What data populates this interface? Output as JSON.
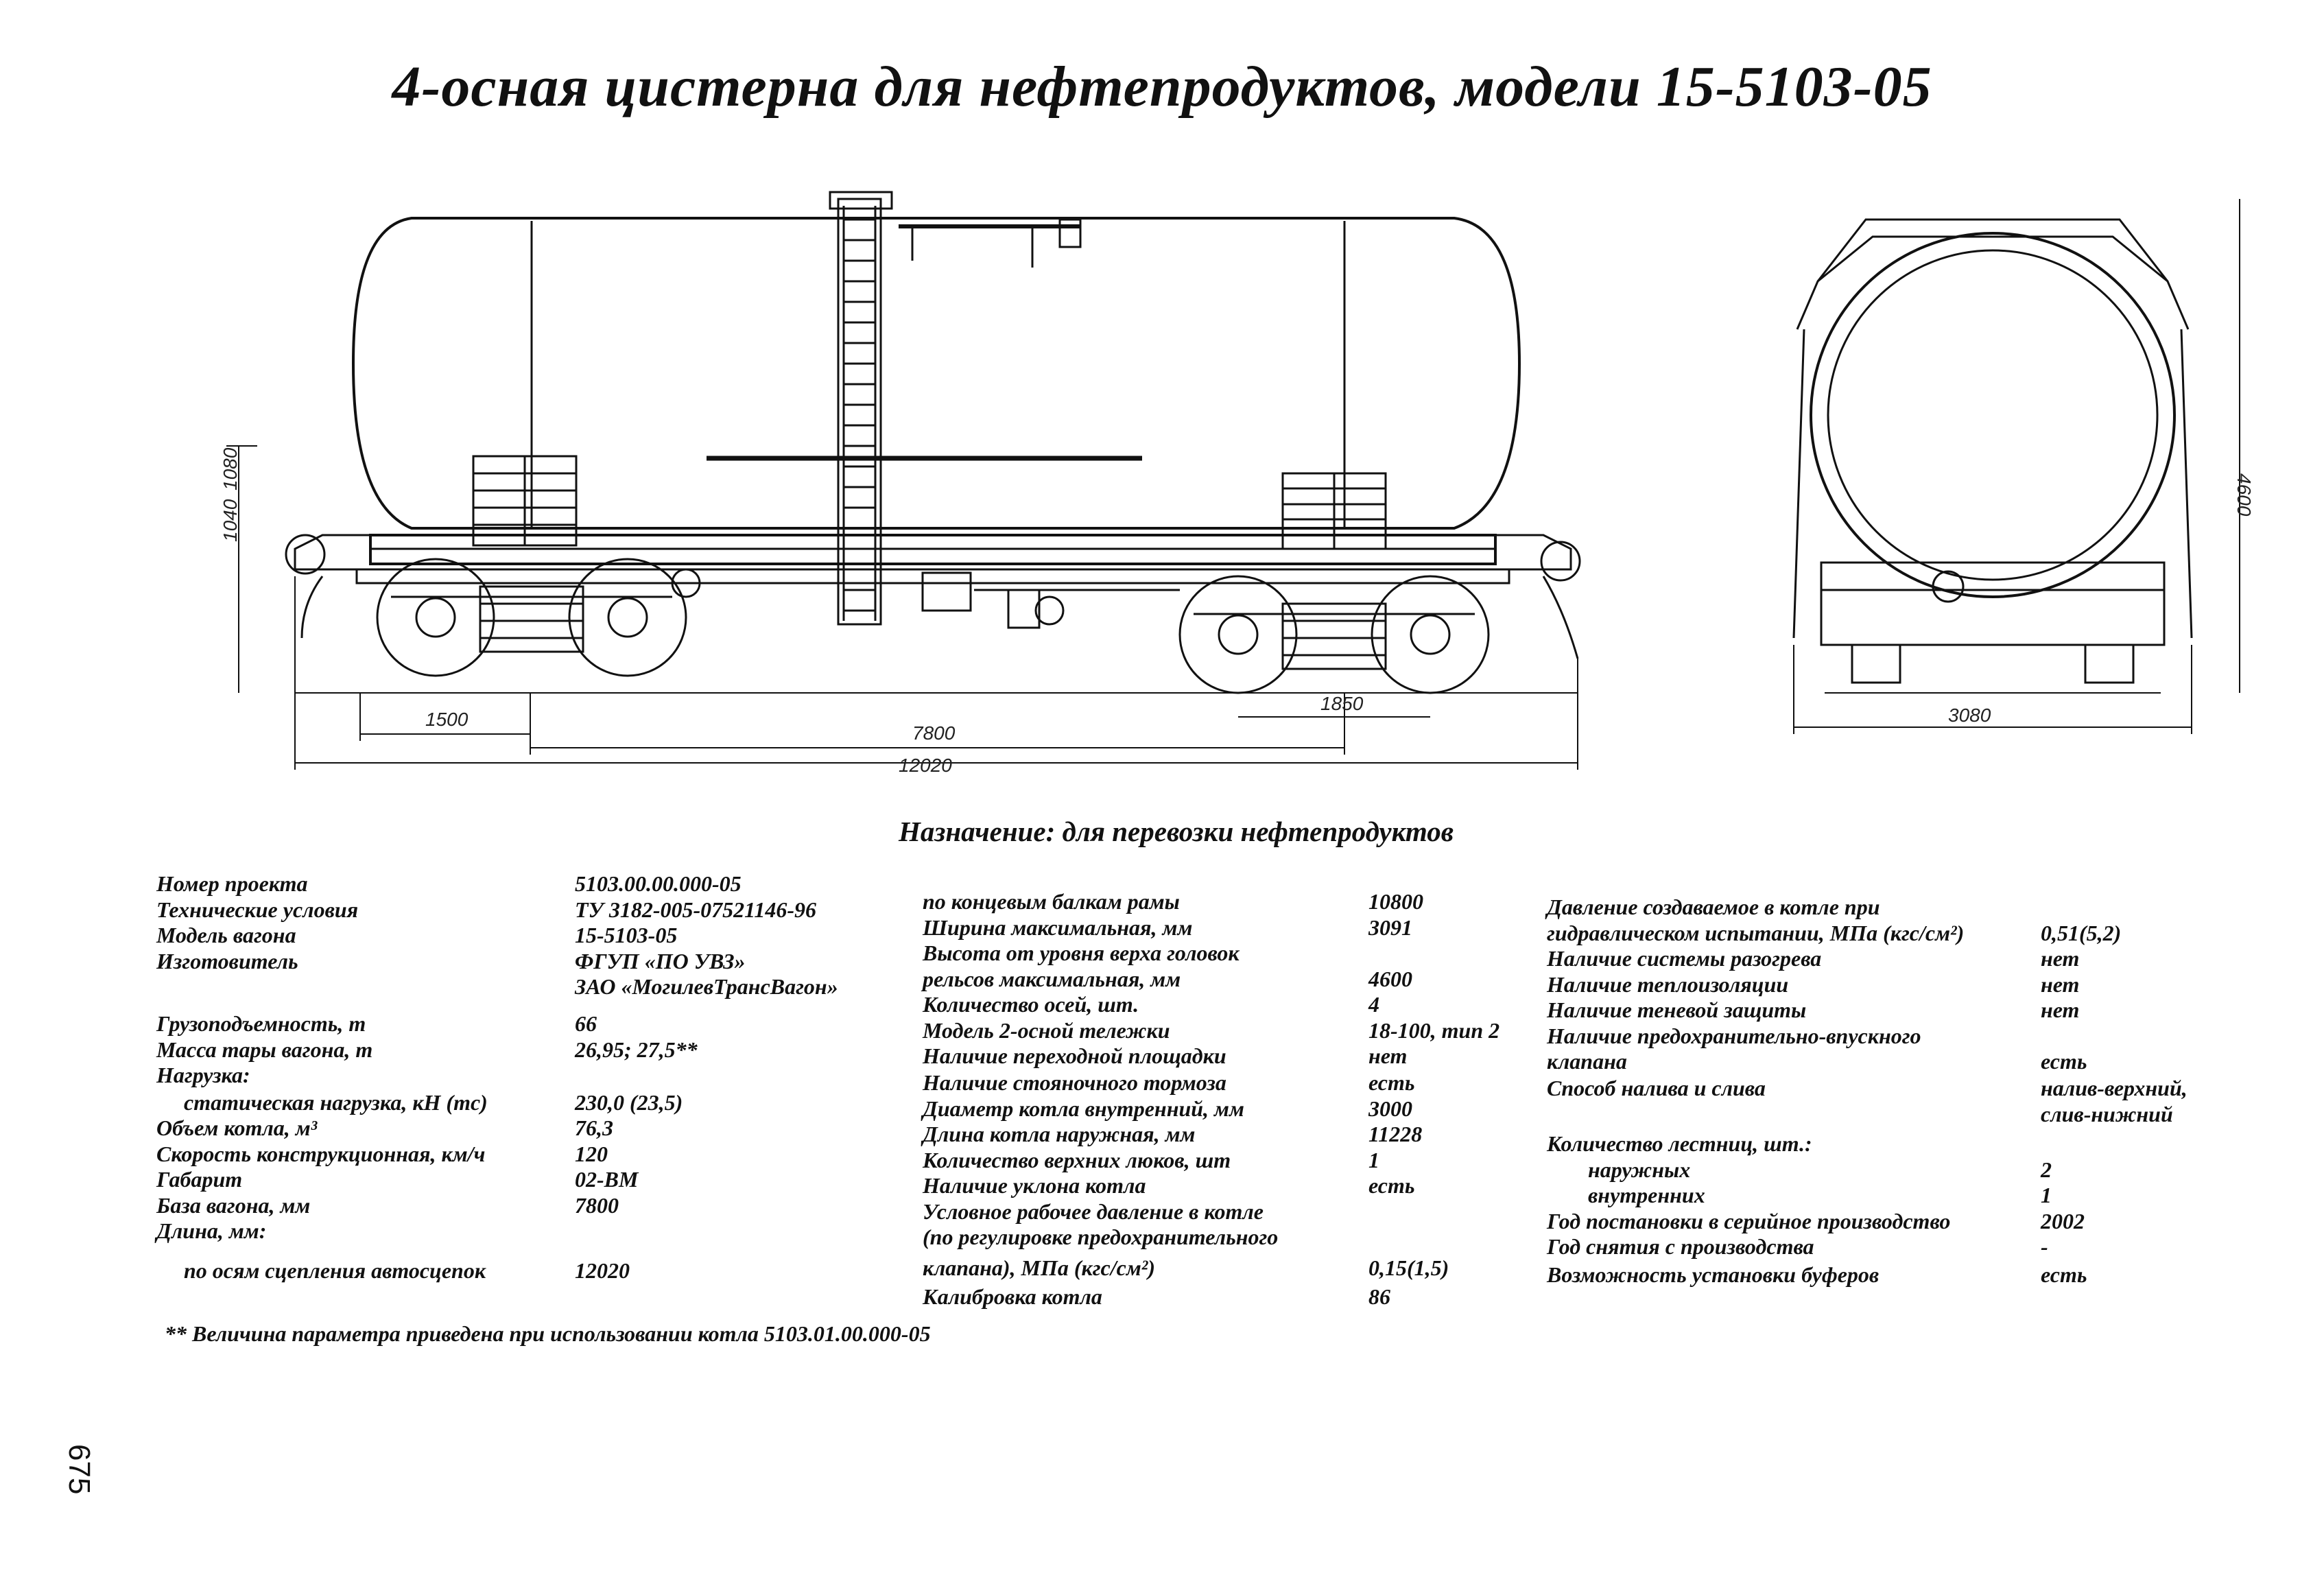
{
  "title": "4-осная цистерна для нефтепродуктов, модели 15-5103-05",
  "drawing": {
    "side_dims": [
      "1500",
      "7800",
      "12020",
      "1850",
      "1040",
      "1080"
    ],
    "end_dims": [
      "3080",
      "4600"
    ]
  },
  "purpose": "Назначение: для перевозки нефтепродуктов",
  "col1": [
    {
      "label": "Номер проекта",
      "value": "5103.00.00.000-05"
    },
    {
      "label": "Технические условия",
      "value": "ТУ 3182-005-07521146-96"
    },
    {
      "label": "Модель вагона",
      "value": "15-5103-05"
    },
    {
      "label": "Изготовитель",
      "value": "ФГУП «ПО УВЗ»"
    },
    {
      "label": "",
      "value": "ЗАО «МогилевТрансВагон»"
    },
    {
      "label": "Грузоподъемность, т",
      "value": "66"
    },
    {
      "label": "Масса тары вагона, т",
      "value": "26,95; 27,5**"
    },
    {
      "label": "Нагрузка:",
      "value": ""
    },
    {
      "label": "статическая нагрузка, кН (тс)",
      "value": "230,0 (23,5)"
    },
    {
      "label": "Объем котла, м³",
      "value": "76,3"
    },
    {
      "label": "Скорость конструкционная, км/ч",
      "value": "120"
    },
    {
      "label": "Габарит",
      "value": "02-ВМ"
    },
    {
      "label": "База вагона, мм",
      "value": "7800"
    },
    {
      "label": "Длина, мм:",
      "value": ""
    },
    {
      "label": "по осям сцепления автосцепок",
      "value": "12020"
    }
  ],
  "col2": [
    {
      "label": "по концевым балкам рамы",
      "value": "10800"
    },
    {
      "label": "Ширина максимальная, мм",
      "value": "3091"
    },
    {
      "label": "Высота от уровня верха головок",
      "value": ""
    },
    {
      "label": "рельсов максимальная, мм",
      "value": "4600"
    },
    {
      "label": "Количество осей, шт.",
      "value": "4"
    },
    {
      "label": "Модель 2-осной тележки",
      "value": "18-100, тип 2"
    },
    {
      "label": "Наличие переходной площадки",
      "value": "нет"
    },
    {
      "label": "Наличие стояночного тормоза",
      "value": "есть"
    },
    {
      "label": "Диаметр котла внутренний, мм",
      "value": "3000"
    },
    {
      "label": "Длина котла наружная, мм",
      "value": "11228"
    },
    {
      "label": "Количество верхних люков, шт",
      "value": "1"
    },
    {
      "label": "Наличие уклона котла",
      "value": "есть"
    },
    {
      "label": "Условное рабочее давление в котле",
      "value": ""
    },
    {
      "label": "(по регулировке предохранительного",
      "value": ""
    },
    {
      "label": "клапана), МПа (кгс/см²)",
      "value": "0,15(1,5)"
    },
    {
      "label": "Калибровка котла",
      "value": "86"
    }
  ],
  "col3": [
    {
      "label": "Давление создаваемое в котле при",
      "value": ""
    },
    {
      "label": "гидравлическом испытании, МПа (кгс/см²)",
      "value": "0,51(5,2)"
    },
    {
      "label": "Наличие системы разогрева",
      "value": "нет"
    },
    {
      "label": "Наличие теплоизоляции",
      "value": "нет"
    },
    {
      "label": "Наличие теневой защиты",
      "value": "нет"
    },
    {
      "label": "Наличие предохранительно-впускного",
      "value": ""
    },
    {
      "label": "клапана",
      "value": "есть"
    },
    {
      "label": "Способ налива и слива",
      "value": "налив-верхний,"
    },
    {
      "label": "",
      "value": "слив-нижний"
    },
    {
      "label": "Количество лестниц, шт.:",
      "value": ""
    },
    {
      "label": "наружных",
      "value": "2"
    },
    {
      "label": "внутренних",
      "value": "1"
    },
    {
      "label": "Год постановки в серийное производство",
      "value": "2002"
    },
    {
      "label": "Год снятия с производства",
      "value": "-"
    },
    {
      "label": "Возможность установки буферов",
      "value": "есть"
    }
  ],
  "footnote": "** Величина параметра приведена при использовании котла 5103.01.00.000-05",
  "page_number": "675"
}
